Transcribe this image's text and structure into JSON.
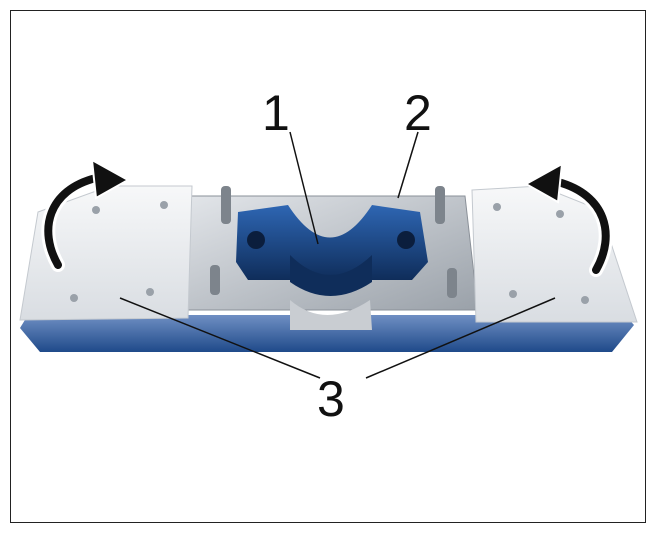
{
  "figure": {
    "callouts": [
      "1",
      "2",
      "3"
    ]
  },
  "colors": {
    "part_blue": "#1d4f8c",
    "pad_white": "#eef0f2",
    "base_blue": "#3a66a8",
    "metal": "#b9bec4"
  },
  "icons": [
    "rotate-left-arrow-icon",
    "rotate-right-arrow-icon"
  ]
}
